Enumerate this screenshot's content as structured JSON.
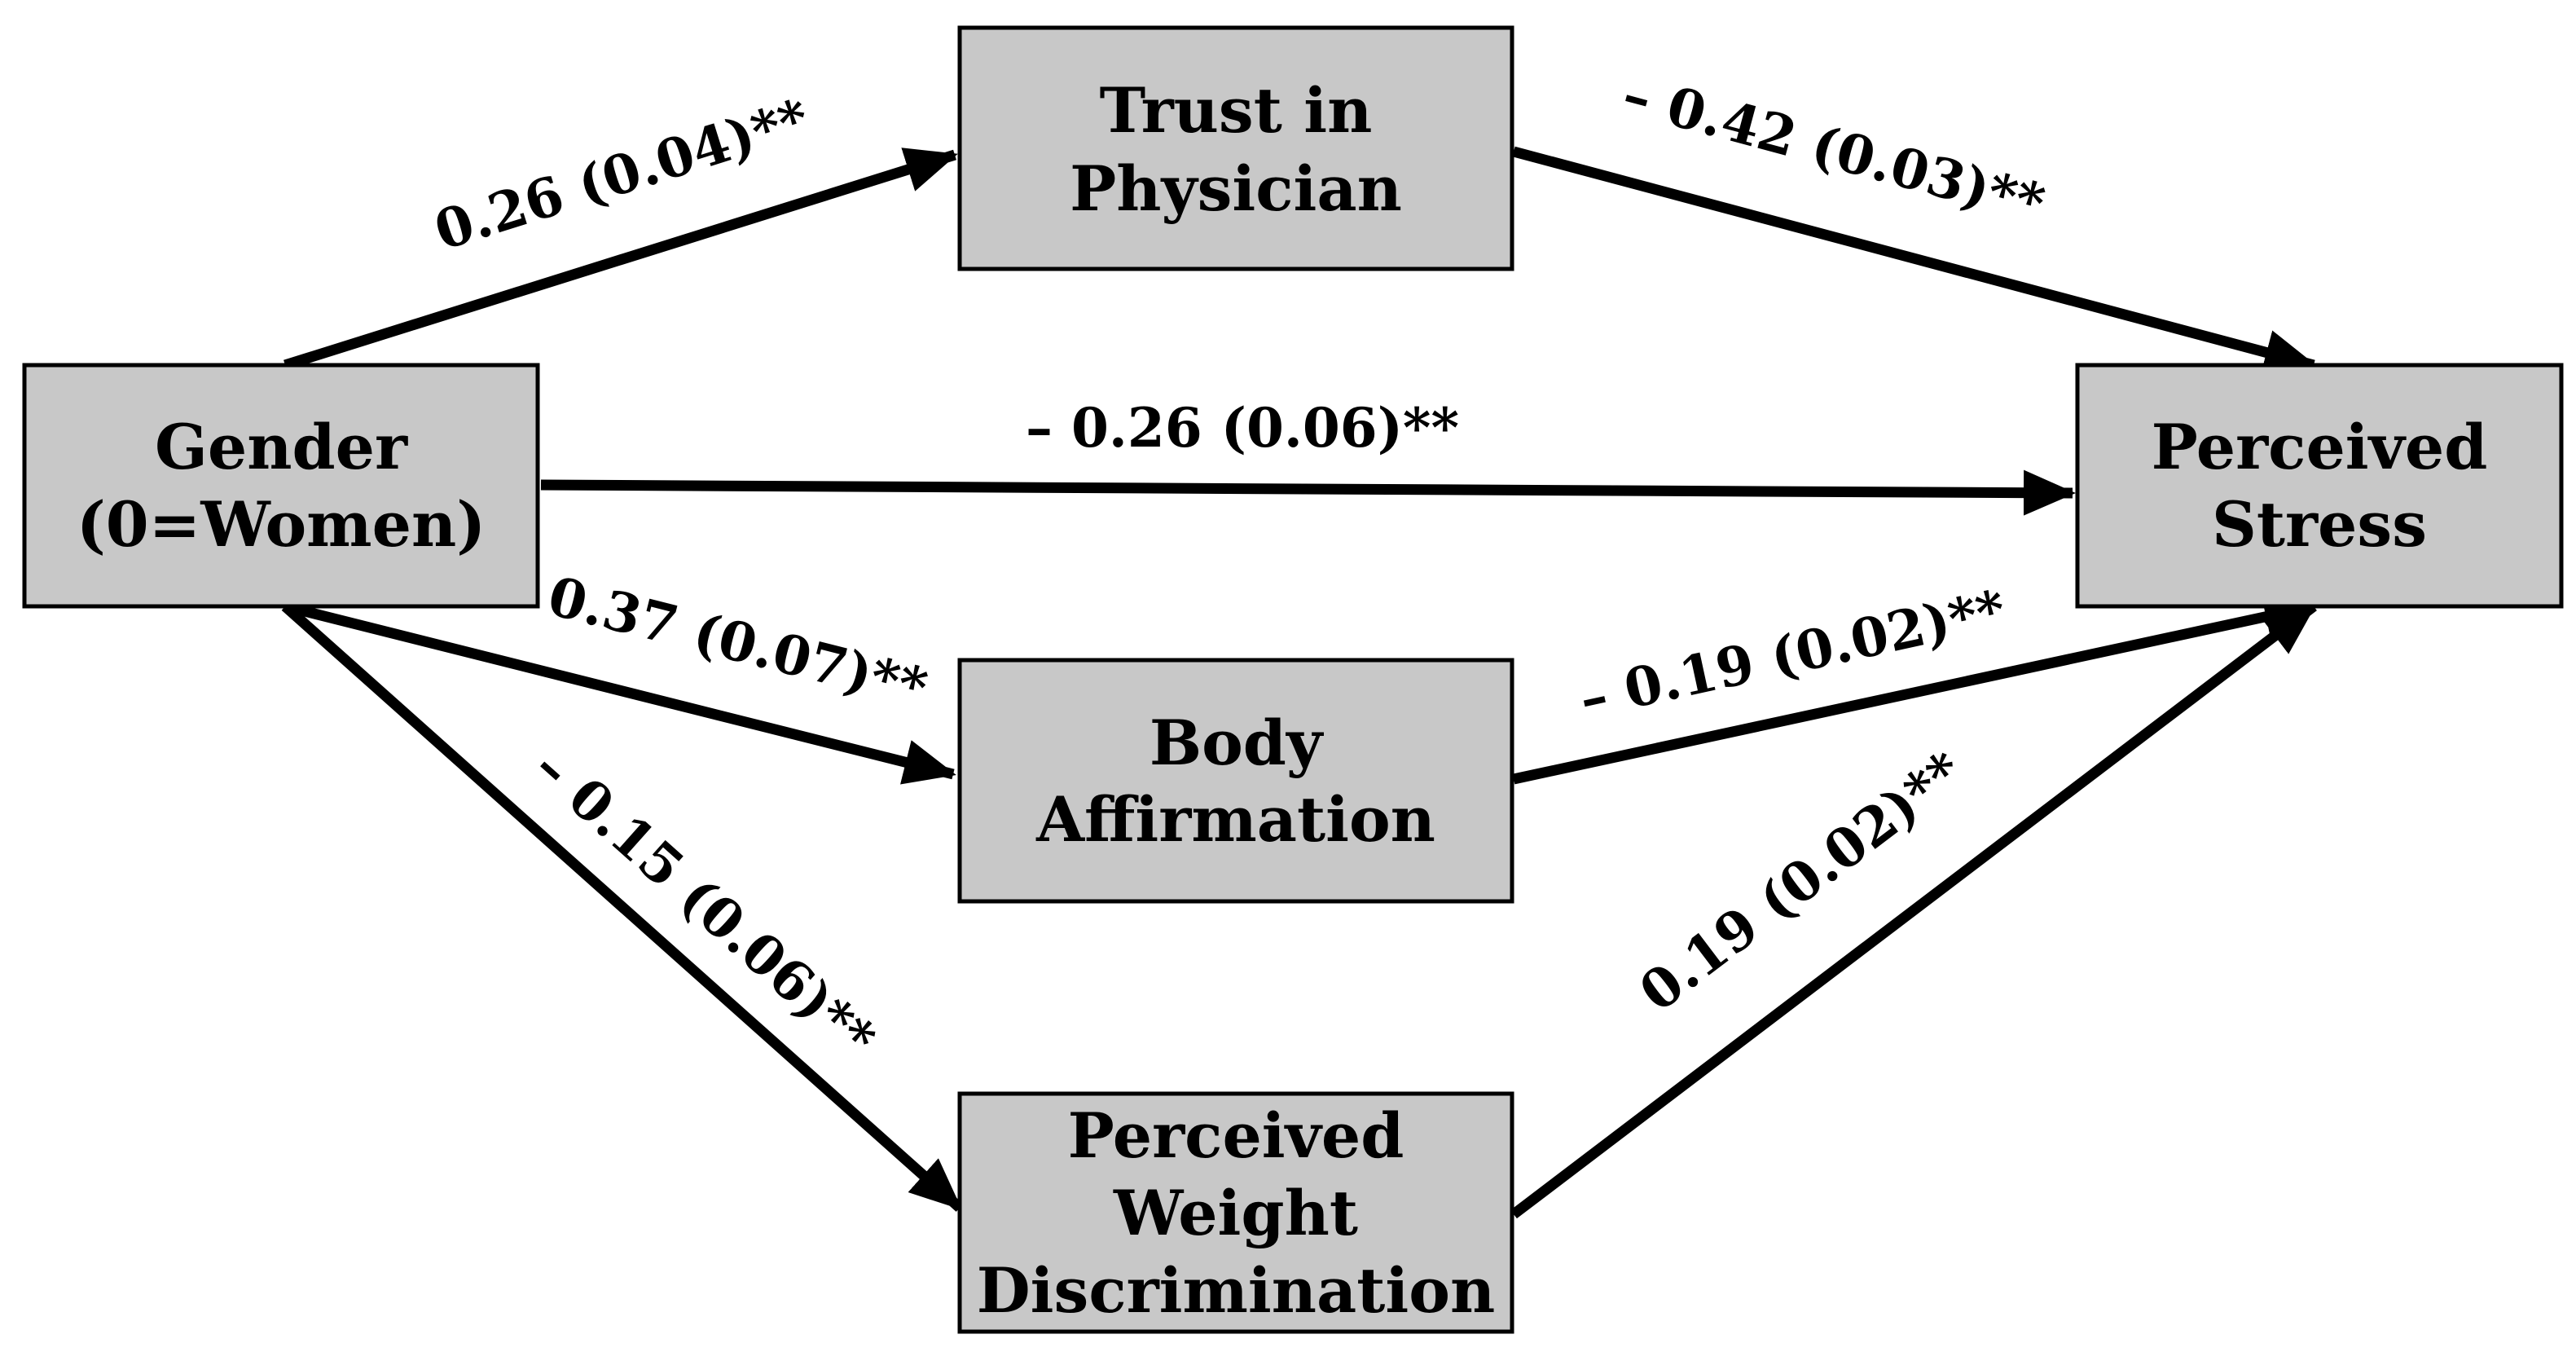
{
  "colors": {
    "box_fill": "#c8c8c8",
    "stroke": "#000000",
    "background": "#ffffff"
  },
  "nodes": {
    "gender": {
      "lines": [
        "Gender",
        "(0=Women)"
      ]
    },
    "trust": {
      "lines": [
        "Trust in",
        "Physician"
      ]
    },
    "body": {
      "lines": [
        "Body",
        "Affirmation"
      ]
    },
    "weight": {
      "lines": [
        "Perceived",
        "Weight",
        "Discrimination"
      ]
    },
    "stress": {
      "lines": [
        "Perceived",
        "Stress"
      ]
    }
  },
  "edges": {
    "gender_trust": "0.26 (0.04)**",
    "trust_stress": "– 0.42 (0.03)**",
    "gender_stress": "– 0.26 (0.06)**",
    "gender_body": "0.37 (0.07)**",
    "body_stress": "– 0.19 (0.02)**",
    "gender_weight": "– 0.15 (0.06)**",
    "weight_stress": "0.19 (0.02)**"
  }
}
